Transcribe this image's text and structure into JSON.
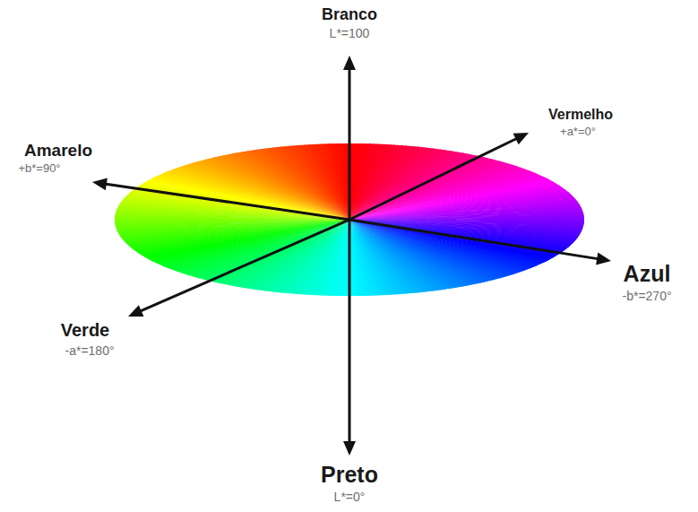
{
  "diagram": {
    "labels": [
      "Branco",
      "L*=100",
      "Vermelho",
      "+a*=0°",
      "Amarelo",
      "+b*=90°",
      "Azul",
      "-b*=270°",
      "Verde",
      "-a*=180°",
      "Preto",
      "L*=0°"
    ]
  }
}
